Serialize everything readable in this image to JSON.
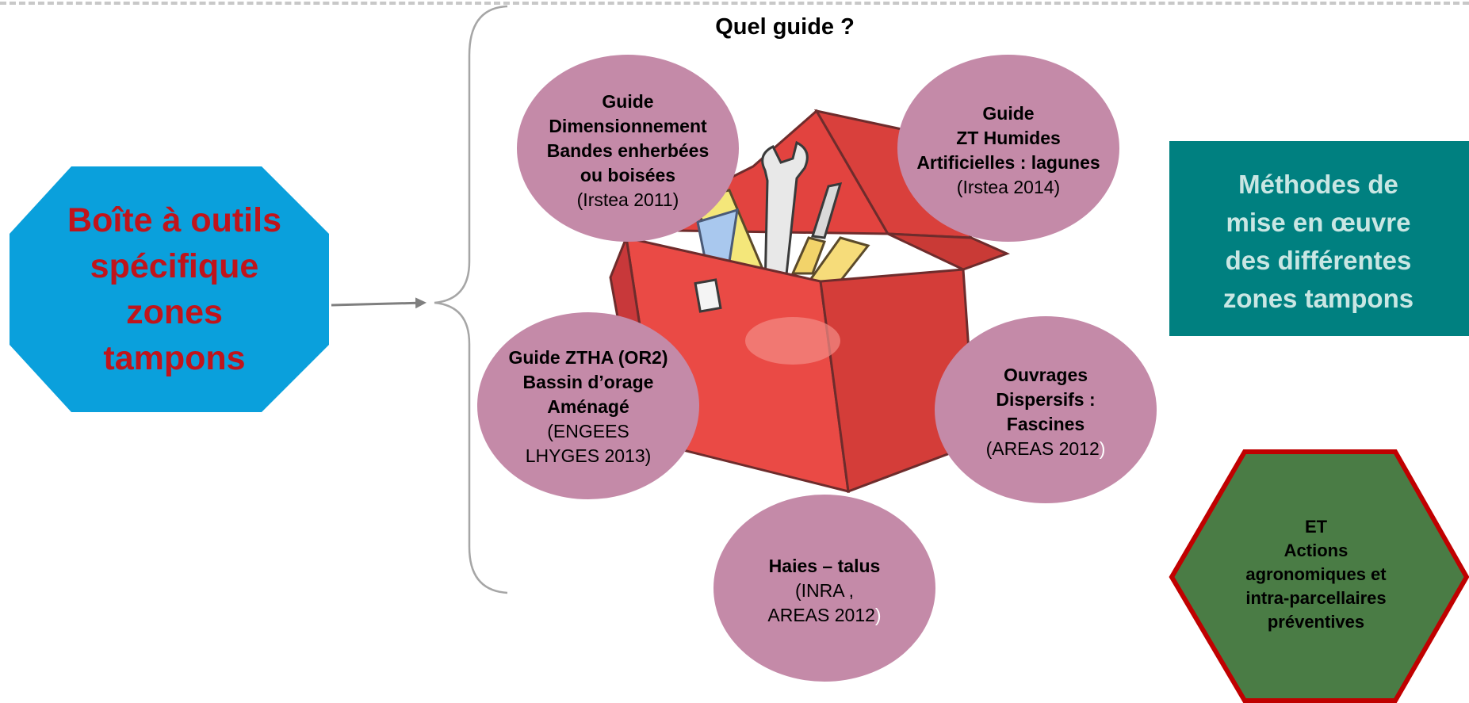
{
  "title": "Quel guide ?",
  "toolbox_octagon": {
    "lines": [
      "Boîte à outils",
      "spécifique",
      "zones",
      "tampons"
    ],
    "fill": "#0aa0dc",
    "text_color": "#c0141b"
  },
  "guides": [
    {
      "bold_lines": [
        "Guide",
        "Dimensionnement",
        "Bandes enherbées",
        "ou boisées"
      ],
      "source": "(Irstea 2011)"
    },
    {
      "bold_lines": [
        "Guide",
        "ZT Humides",
        "Artificielles : lagunes"
      ],
      "source": "(Irstea 2014)"
    },
    {
      "bold_lines": [
        "Guide ZTHA (OR2)",
        "Bassin d’orage",
        "Aménagé"
      ],
      "source_lines": [
        "(ENGEES",
        "LHYGES 2013)"
      ]
    },
    {
      "bold_lines": [
        "Ouvrages",
        "Dispersifs :",
        "Fascines"
      ],
      "source_main": "(AREAS 2012",
      "source_tail": ")"
    },
    {
      "bold_lines": [
        "Haies – talus"
      ],
      "source_lines": [
        "(INRA ,"
      ],
      "source_main": "AREAS 2012",
      "source_tail": ")"
    }
  ],
  "methods_box": {
    "lines": [
      "Méthodes de",
      "mise en œuvre",
      "des différentes",
      "zones tampons"
    ],
    "fill": "#008080",
    "text_color": "#c9e6e3"
  },
  "actions_hexagon": {
    "lines": [
      "ET",
      "Actions",
      "agronomiques et",
      "intra-parcellaires",
      "préventives"
    ],
    "fill": "#4a7c45",
    "border": "#c00000"
  },
  "ellipse_fill": "#c48aa8",
  "toolbox_fill": "#ea4a45"
}
